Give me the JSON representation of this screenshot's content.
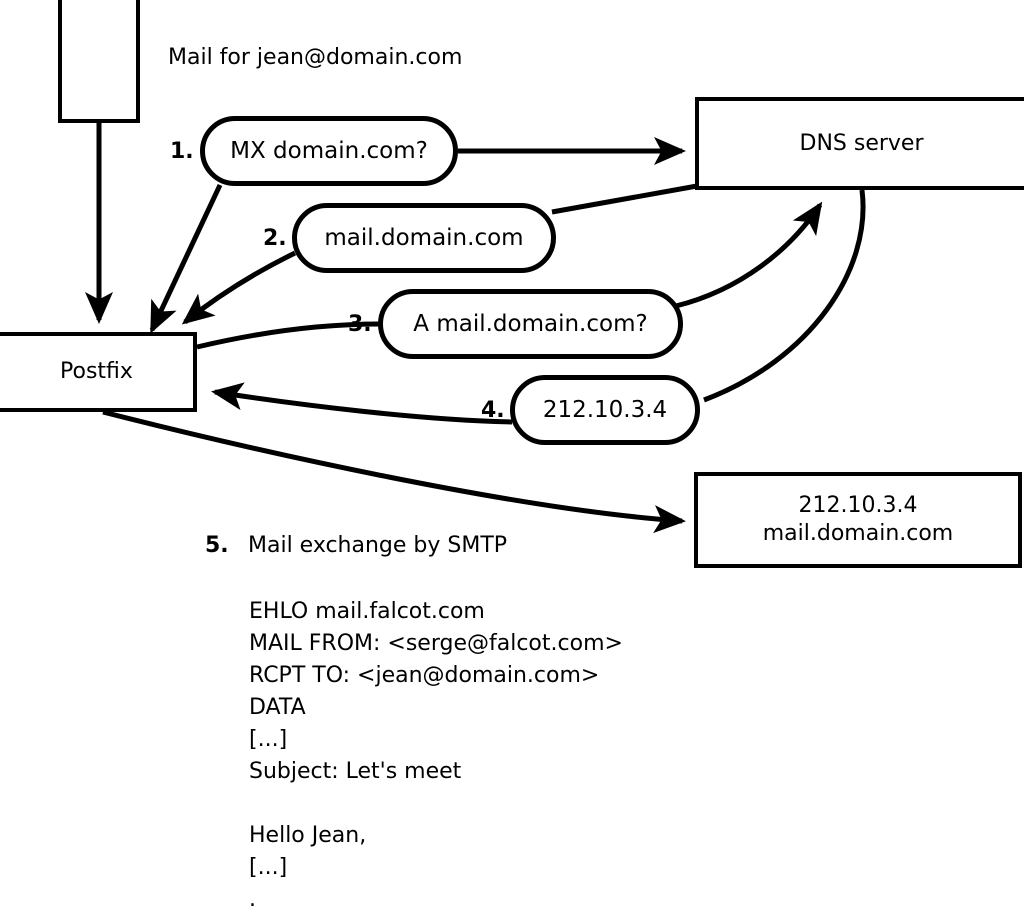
{
  "diagram": {
    "title_label": "Mail for jean@domain.com",
    "nodes": {
      "mail_client": {
        "name": "mail-client-box",
        "label": ""
      },
      "postfix": {
        "label": "Postfix"
      },
      "dns_server": {
        "label": "DNS server"
      },
      "mail_server": {
        "line1": "212.10.3.4",
        "line2": "mail.domain.com"
      }
    },
    "steps": [
      {
        "num": "1.",
        "label": "MX domain.com?"
      },
      {
        "num": "2.",
        "label": "mail.domain.com"
      },
      {
        "num": "3.",
        "label": "A mail.domain.com?"
      },
      {
        "num": "4.",
        "label": "212.10.3.4"
      },
      {
        "num": "5.",
        "label": "Mail exchange by SMTP"
      }
    ],
    "smtp_transcript": [
      "EHLO mail.falcot.com",
      "MAIL FROM: <serge@falcot.com>",
      "RCPT TO: <jean@domain.com>",
      "DATA",
      "[...]",
      "Subject: Let's meet",
      "",
      "Hello Jean,",
      "[...]",
      "."
    ],
    "colors": {
      "stroke": "#000000",
      "background": "#ffffff"
    }
  }
}
